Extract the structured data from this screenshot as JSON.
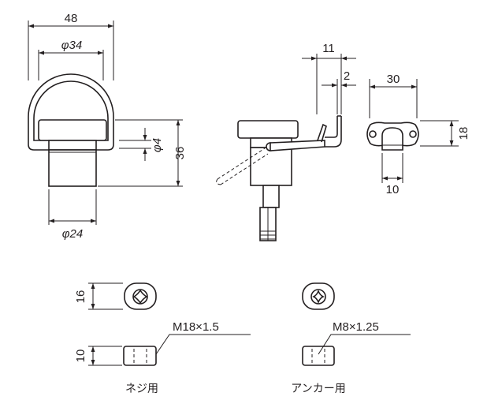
{
  "front_view": {
    "width_label": "48",
    "inner_width_label": "φ34",
    "hole_label": "φ4",
    "height_label": "36",
    "base_label": "φ24"
  },
  "side_view": {
    "depth_label": "11",
    "thickness_label": "2"
  },
  "bracket_view": {
    "width_label": "30",
    "height_label": "18",
    "neck_label": "10"
  },
  "nut_screw": {
    "diameter_label": "16",
    "height_label": "10",
    "thread_label": "M18×1.5",
    "caption": "ネジ用"
  },
  "nut_anchor": {
    "thread_label": "M8×1.25",
    "caption": "アンカー用"
  },
  "colors": {
    "line": "#231f20",
    "gray": "#bcbcbc",
    "background": "#ffffff"
  }
}
